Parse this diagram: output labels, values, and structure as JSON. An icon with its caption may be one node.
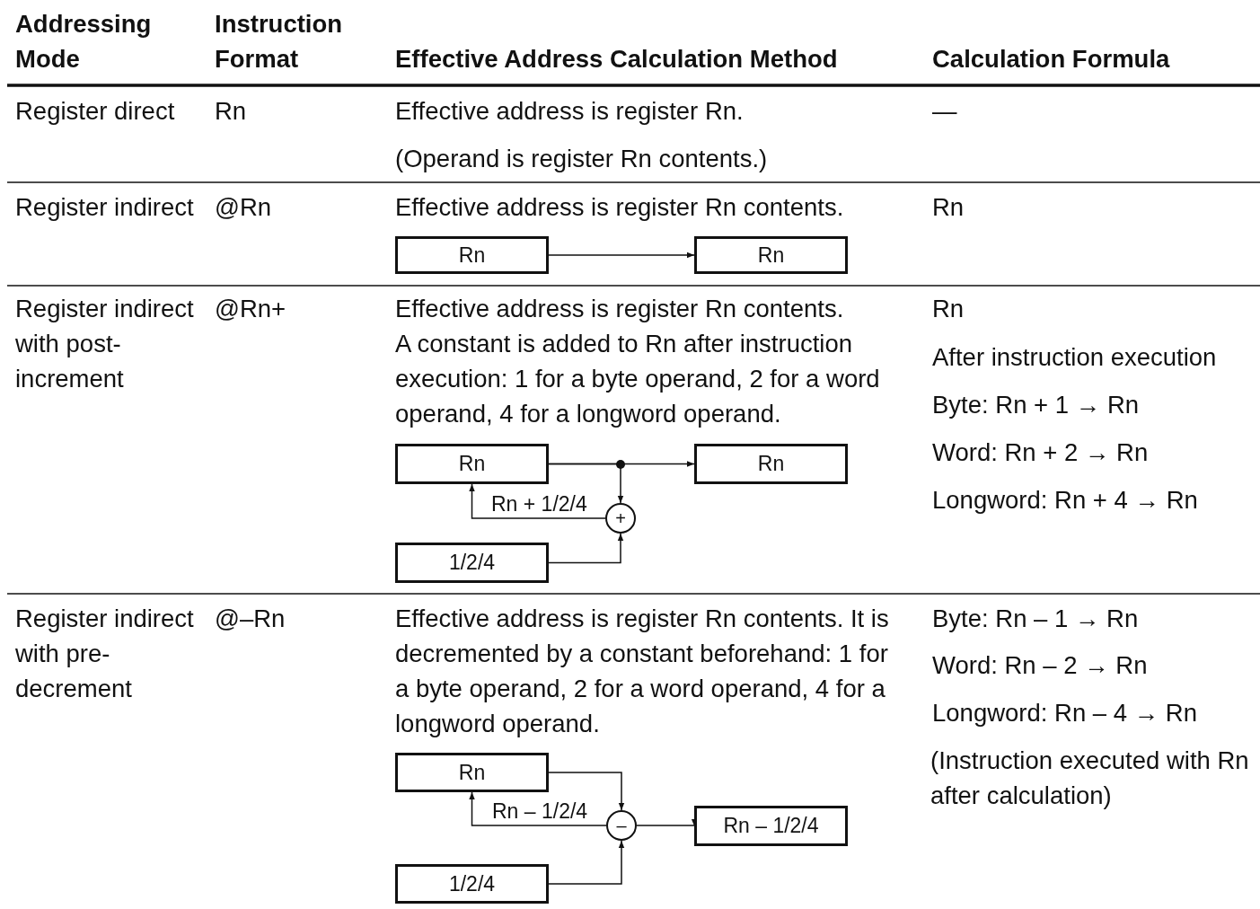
{
  "diagram": {
    "nodes": [
      {
        "text": [
          "Rn"
        ]
      },
      {
        "text": [
          "Rn"
        ]
      },
      {
        "text": [
          "Rn"
        ]
      },
      {
        "text": [
          "Rn"
        ]
      },
      {
        "text": [
          "+"
        ]
      },
      {
        "text": [
          "1/2/4"
        ]
      },
      {
        "text": [
          "Rn"
        ]
      },
      {
        "text": [
          "–"
        ]
      },
      {
        "text": [
          "1/2/4"
        ]
      },
      {
        "text": [
          "Rn – 1/2/4"
        ]
      }
    ],
    "edges": [
      {
        "from": 0,
        "to": 1,
        "arrow": "to"
      },
      {
        "from": 2,
        "to": 3,
        "arrow": "to"
      },
      {
        "from": 2,
        "to": 4,
        "arrow": "to"
      },
      {
        "from": 4,
        "to": 2,
        "arrow": "to",
        "label": "Rn + 1/2/4"
      },
      {
        "from": 5,
        "to": 4,
        "arrow": "to"
      },
      {
        "from": 6,
        "to": 7,
        "arrow": "to"
      },
      {
        "from": 7,
        "to": 6,
        "arrow": "to",
        "label": "Rn – 1/2/4"
      },
      {
        "from": 8,
        "to": 7,
        "arrow": "to"
      },
      {
        "from": 7,
        "to": 9,
        "arrow": "to"
      }
    ],
    "labels": [
      "Addressing Mode",
      "Instruction Format",
      "Effective Address Calculation Method",
      "Calculation Formula",
      "Register direct",
      "Rn",
      "Effective address is register Rn.",
      "(Operand is register Rn contents.)",
      "—",
      "Register indirect",
      "@Rn",
      "Effective address is register Rn contents.",
      "Rn",
      "Register indirect with post-increment",
      "@Rn+",
      "Effective address is register Rn contents.",
      "A constant is added to Rn after instruction execution: 1 for a byte operand, 2 for a word operand, 4 for a longword operand.",
      "Rn",
      "After instruction execution",
      "Byte: Rn + 1 → Rn",
      "Word: Rn + 2 → Rn",
      "Longword: Rn + 4 → Rn",
      "Register indirect with pre-decrement",
      "@–Rn",
      "Effective address is register Rn contents. It is decremented by a constant beforehand: 1 for a byte operand, 2 for a word operand, 4 for a longword operand.",
      "Byte: Rn – 1 → Rn",
      "Word: Rn – 2 → Rn",
      "Longword: Rn – 4 → Rn",
      "(Instruction executed with Rn after calculation)"
    ]
  }
}
